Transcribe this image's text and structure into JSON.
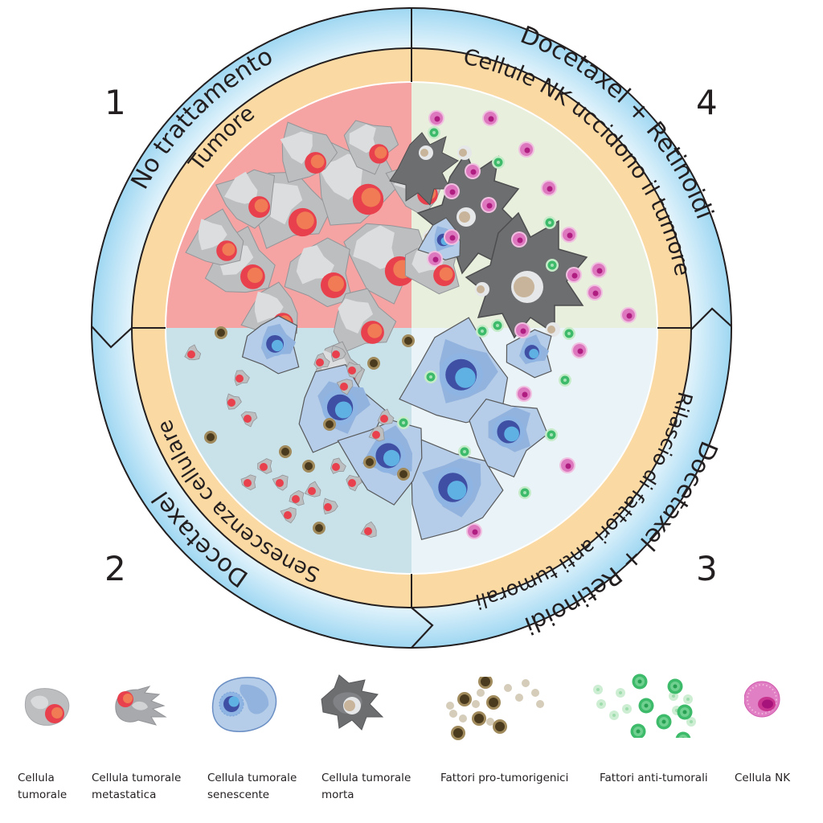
{
  "diagram": {
    "colors": {
      "outer_ring": "#a9dcf4",
      "outer_ring_light": "#e3f4fc",
      "inner_ring": "#fbd9a3",
      "quadrant_tumor": "#f5a3a3",
      "quadrant_killing": "#e8efdc",
      "quadrant_release": "#eaf4f8",
      "quadrant_senescence": "#c9e2ea",
      "outline": "#231f20"
    },
    "steps": [
      {
        "number": "1",
        "treatment": "No trattamento",
        "outcome": "Tumore"
      },
      {
        "number": "2",
        "treatment": "Docetaxel",
        "outcome": "Senescenza cellulare"
      },
      {
        "number": "3",
        "treatment": "Docetaxel + Retinoidi",
        "outcome": "Rilascio di fattori anti tumorali"
      },
      {
        "number": "4",
        "treatment": "Docetaxel + Retinoidi",
        "outcome": "Cellule NK uccidono il tumore"
      }
    ]
  },
  "legend": {
    "items": [
      {
        "icon": "tumor-cell-icon",
        "label": "Cellula\ntumorale"
      },
      {
        "icon": "metastatic-tumor-cell-icon",
        "label": "Cellula tumorale\nmetastatica"
      },
      {
        "icon": "senescent-tumor-cell-icon",
        "label": "Cellula tumorale\nsenescente"
      },
      {
        "icon": "dead-tumor-cell-icon",
        "label": "Cellula tumorale\nmorta"
      },
      {
        "icon": "pro-tumorigenic-factors-icon",
        "label": "Fattori pro-tumorigenici"
      },
      {
        "icon": "anti-tumor-factors-icon",
        "label": "Fattori anti-tumorali"
      },
      {
        "icon": "nk-cell-icon",
        "label": "Cellula NK"
      }
    ]
  }
}
